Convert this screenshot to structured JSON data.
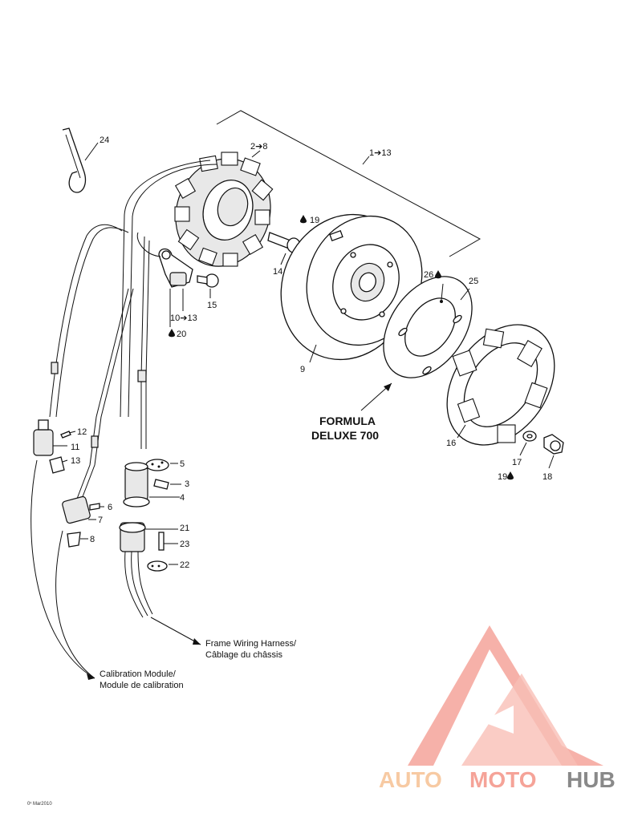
{
  "callouts": {
    "c24": "24",
    "c2_8": "2➔8",
    "c1_13": "1➔13",
    "c19": "19",
    "c14": "14",
    "c26": "26",
    "c25": "25",
    "c15": "15",
    "c10_13": "10➔13",
    "c20": "20",
    "c9": "9",
    "c12": "12",
    "c11": "11",
    "c13": "13",
    "c5": "5",
    "c3": "3",
    "c4": "4",
    "c6": "6",
    "c7": "7",
    "c8": "8",
    "c21": "21",
    "c23": "23",
    "c22": "22",
    "c16": "16",
    "c17": "17",
    "c19b": "19",
    "c18": "18"
  },
  "model_note": {
    "line1": "FORMULA",
    "line2": "DELUXE 700"
  },
  "harness_note": {
    "line1": "Frame Wiring Harness/",
    "line2": "Câblage du châssis"
  },
  "module_note": {
    "line1": "Calibration Module/",
    "line2": "Module de calibration"
  },
  "footer_code": "0ˣ Mar2010",
  "watermark": {
    "part1": "AUTO",
    "part2": "MOTO",
    "part3": "HUB",
    "color_auto": "#f7c59a",
    "color_moto": "#f59a8d",
    "color_hub": "#7d7d7d"
  },
  "icons": {
    "lubricant": "drop-icon"
  }
}
